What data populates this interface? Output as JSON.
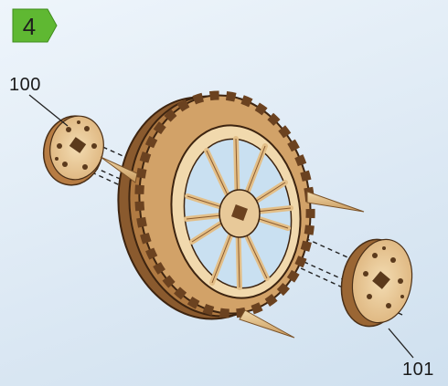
{
  "step": {
    "number": "4"
  },
  "parts": [
    {
      "id": "disc-left",
      "label": "100"
    },
    {
      "id": "disc-right",
      "label": "101"
    }
  ],
  "colors": {
    "background": "#dde9f4",
    "badge": "#5fb832",
    "wood_light": "#e8c999",
    "wood_mid": "#c9955c",
    "wood_dark": "#8a5a2e",
    "outline": "#4a2f17"
  },
  "icons": [
    "hexagon-step-badge",
    "wooden-wheel",
    "wooden-disc",
    "wooden-peg"
  ]
}
